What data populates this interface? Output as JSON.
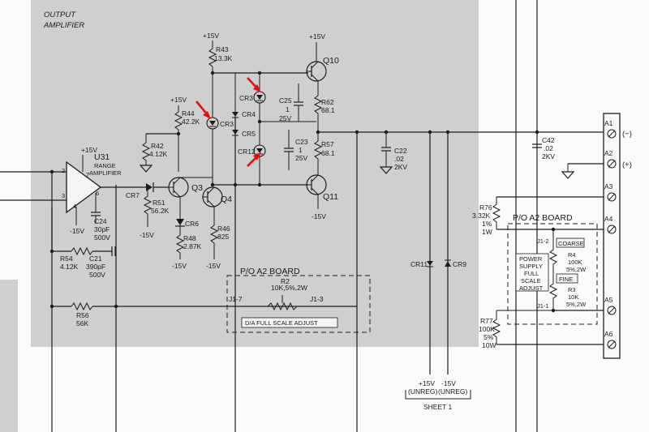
{
  "section_title": [
    "OUTPUT",
    "AMPLIFIER"
  ],
  "opamp": {
    "ref": "U31",
    "name": [
      "RANGE",
      "AMPLIFIER"
    ],
    "supply_pos": "+15V",
    "supply_neg": "-15V",
    "pins": [
      "2",
      "3",
      "4",
      "6",
      "7"
    ]
  },
  "components": {
    "R43": [
      "R43",
      "13.3K"
    ],
    "R44": [
      "R44",
      "42.2K"
    ],
    "R42": [
      "R42",
      "4.12K"
    ],
    "R51": [
      "R51",
      "56.2K"
    ],
    "R48": [
      "R48",
      "2.87K"
    ],
    "R46": [
      "R46",
      "825"
    ],
    "R62": [
      "R62",
      "68.1"
    ],
    "R57": [
      "R57",
      "68.1"
    ],
    "R54": [
      "R54",
      "4.12K"
    ],
    "R56": [
      "R56",
      "56K"
    ],
    "R2": [
      "R2",
      "10K,5%,2W"
    ],
    "C24": [
      "C24",
      "30pF",
      "500V"
    ],
    "C21": [
      "C21",
      "390pF",
      "500V"
    ],
    "C25": [
      "C25",
      "1",
      "25V"
    ],
    "C23": [
      "C23",
      "1",
      "25V"
    ],
    "C22": [
      "C22",
      ".02",
      "2KV"
    ],
    "C42": [
      "C42",
      ".02",
      "2KV"
    ],
    "R76": [
      "R76",
      "3.32K",
      "1%",
      "1W"
    ],
    "R77": [
      "R77",
      "100K",
      "5%",
      "10W"
    ],
    "R4": [
      "R4",
      "100K",
      "5%,2W"
    ],
    "R3": [
      "R3",
      "10K",
      "5%,2W"
    ]
  },
  "diodes": {
    "CR3": "CR3",
    "CR3b": "CR3",
    "CR4": "CR4",
    "CR5": "CR5",
    "CR12": "CR12",
    "CR6": "CR6",
    "CR7": "CR7",
    "CR11": "CR11",
    "CR9": "CR9"
  },
  "transistors": {
    "Q10": "Q10",
    "Q3": "Q3",
    "Q4": "Q4",
    "Q11": "Q11"
  },
  "supplies": {
    "p15": "+15V",
    "m15": "-15V"
  },
  "board_a2_left": {
    "title": "P/O A2 BOARD",
    "j_left": "J1-7",
    "j_right": "J1-3",
    "adjust": "D/A FULL SCALE ADJUST"
  },
  "board_a2_right": {
    "title": "P/O A2 BOARD",
    "j_top": "J1-2",
    "j_bottom": "J1-1",
    "coarse": "COARSE",
    "fine": "FINE",
    "adjust": [
      "POWER",
      "SUPPLY",
      "FULL",
      "SCALE",
      "ADJUST"
    ]
  },
  "terminals": [
    "A1",
    "A2",
    "A3",
    "A4",
    "A5",
    "A6"
  ],
  "polarity": {
    "neg": "(−)",
    "pos": "(+)"
  },
  "unreg": {
    "pos": [
      "+15V",
      "(UNREG)"
    ],
    "neg": [
      "-15V",
      "(UNREG)"
    ],
    "sheet": "SHEET 1"
  }
}
